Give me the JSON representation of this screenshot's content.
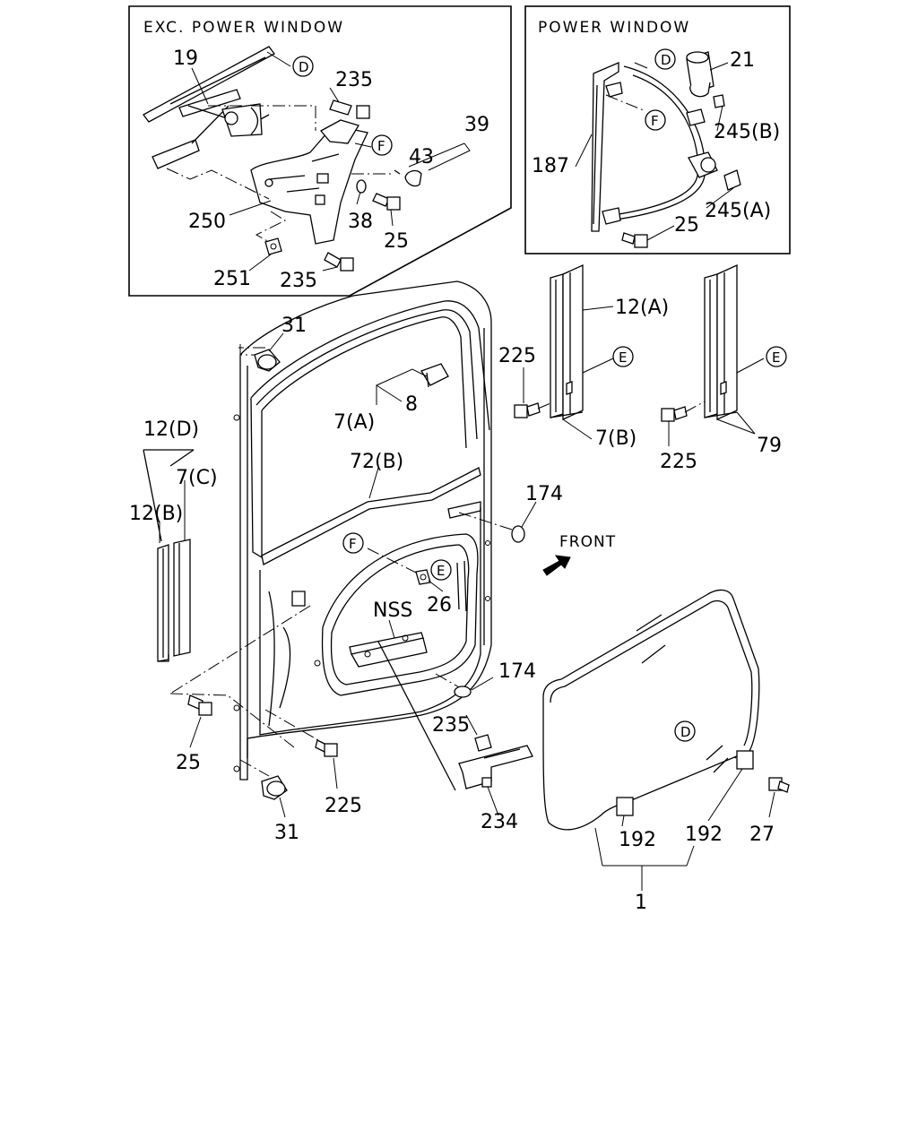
{
  "boxes": {
    "manual": {
      "title": "EXC. POWER WINDOW"
    },
    "power": {
      "title": "POWER WINDOW"
    }
  },
  "callouts": [
    {
      "id": "c19",
      "text": "19"
    },
    {
      "id": "c235a",
      "text": "235"
    },
    {
      "id": "c39",
      "text": "39"
    },
    {
      "id": "c43",
      "text": "43"
    },
    {
      "id": "c250",
      "text": "250"
    },
    {
      "id": "c38",
      "text": "38"
    },
    {
      "id": "c25a",
      "text": "25"
    },
    {
      "id": "c251",
      "text": "251"
    },
    {
      "id": "c235b",
      "text": "235"
    },
    {
      "id": "c21",
      "text": "21"
    },
    {
      "id": "c245b",
      "text": "245(B)"
    },
    {
      "id": "c187",
      "text": "187"
    },
    {
      "id": "c245a",
      "text": "245(A)"
    },
    {
      "id": "c25b",
      "text": "25"
    },
    {
      "id": "c12a",
      "text": "12(A)"
    },
    {
      "id": "c225a",
      "text": "225"
    },
    {
      "id": "c7b",
      "text": "7(B)"
    },
    {
      "id": "c225b",
      "text": "225"
    },
    {
      "id": "c79",
      "text": "79"
    },
    {
      "id": "c31a",
      "text": "31"
    },
    {
      "id": "c12d",
      "text": "12(D)"
    },
    {
      "id": "c7c",
      "text": "7(C)"
    },
    {
      "id": "c12b",
      "text": "12(B)"
    },
    {
      "id": "c7a",
      "text": "7(A)"
    },
    {
      "id": "c8",
      "text": "8"
    },
    {
      "id": "c72b",
      "text": "72(B)"
    },
    {
      "id": "c174a",
      "text": "174"
    },
    {
      "id": "c26",
      "text": "26"
    },
    {
      "id": "cnss",
      "text": "NSS"
    },
    {
      "id": "c174b",
      "text": "174"
    },
    {
      "id": "c235c",
      "text": "235"
    },
    {
      "id": "c25c",
      "text": "25"
    },
    {
      "id": "c225c",
      "text": "225"
    },
    {
      "id": "c31b",
      "text": "31"
    },
    {
      "id": "c234",
      "text": "234"
    },
    {
      "id": "c192a",
      "text": "192"
    },
    {
      "id": "c192b",
      "text": "192"
    },
    {
      "id": "c27",
      "text": "27"
    },
    {
      "id": "c1",
      "text": "1"
    }
  ],
  "refs": {
    "D": "D",
    "E": "E",
    "F": "F"
  },
  "front_label": "FRONT"
}
